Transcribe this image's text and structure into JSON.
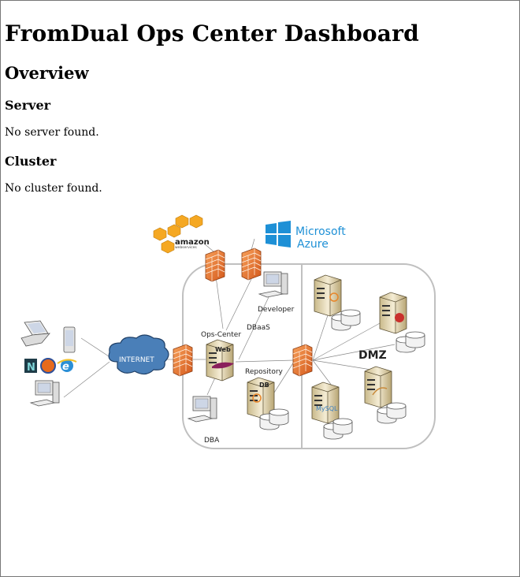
{
  "page": {
    "title": "FromDual Ops Center Dashboard",
    "overview_heading": "Overview",
    "server_heading": "Server",
    "server_message": "No server found.",
    "cluster_heading": "Cluster",
    "cluster_message": "No cluster found."
  },
  "diagram": {
    "labels": {
      "amazon": "amazon",
      "amazon_sub": "webservices",
      "microsoft": "Microsoft",
      "azure": "Azure",
      "internet": "INTERNET",
      "developer": "Developer",
      "dbaas": "DBaaS",
      "ops_center": "Ops-Center",
      "web": "Web",
      "repository": "Repository",
      "db": "DB",
      "dba": "DBA",
      "dmz": "DMZ",
      "mysql": "MySQL"
    },
    "icons": [
      "firewall-icon",
      "server-icon",
      "database-icon",
      "workstation-icon",
      "laptop-icon",
      "mobile-phone-icon",
      "browser-icon"
    ],
    "colors": {
      "firewall": "#e8742a",
      "cloud": "#4a7fb8",
      "aws_box": "#f5a823",
      "azure": "#1e90d6",
      "zone_border": "#c0c0c0"
    }
  }
}
